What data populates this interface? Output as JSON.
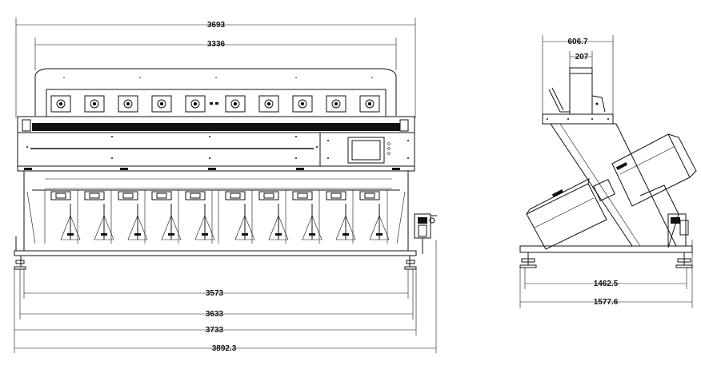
{
  "front_view": {
    "dimensions": {
      "overall_top": "3693",
      "hopper_width": "3336",
      "base_inner": "3573",
      "base_mid": "3633",
      "base_outer": "3733",
      "overall_bottom": "3892.3"
    }
  },
  "side_view": {
    "dimensions": {
      "top_depth": "606.7",
      "hopper_depth": "207",
      "base_depth": "1462.5",
      "overall_depth": "1577.6"
    }
  }
}
